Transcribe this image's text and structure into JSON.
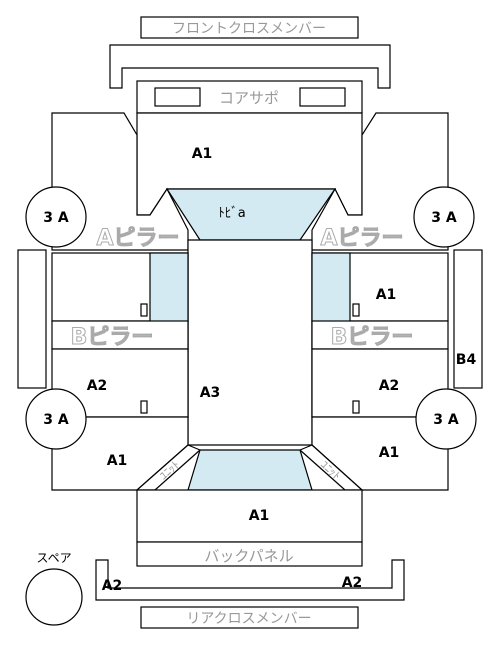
{
  "labels": {
    "front_cross_member": "フロントクロスメンバー",
    "core_support": "コアサポ",
    "a1_top": "A1",
    "three_a": "3 A",
    "toe_board": "ﾄﾋﾞa",
    "a_pillar": "Aピラー",
    "b_pillar": "Bピラー",
    "a1_small": "A1",
    "a2": "A2",
    "a3": "A3",
    "b4": "B4",
    "a1": "A1",
    "unit_left": "ﾕﾆｯﾄ",
    "unit_right": "ﾕﾆｯﾄ",
    "a1_bottom": "A1",
    "back_panel": "バックパネル",
    "spare": "スペア",
    "a2_rear_left": "A2",
    "a2_rear_right": "A2",
    "rear_cross_member": "リアクロスメンバー"
  },
  "colors": {
    "highlight": "#d3eaf2",
    "outline": "#000000",
    "gray_text": "#999999"
  }
}
